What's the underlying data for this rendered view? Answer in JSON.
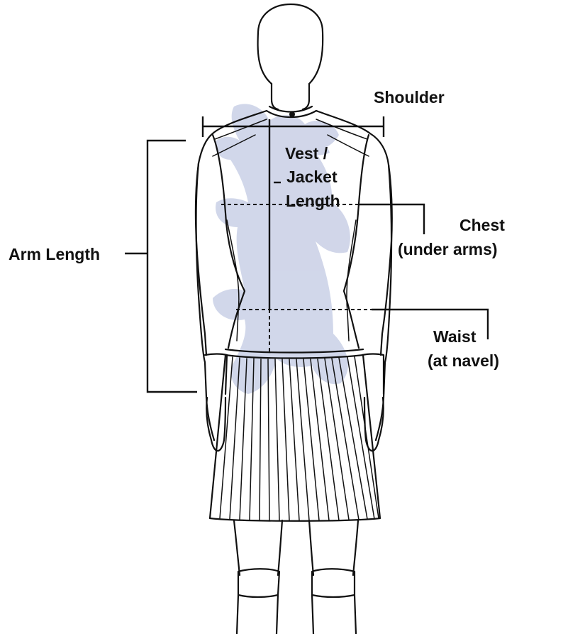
{
  "labels": {
    "shoulder": "Shoulder",
    "vest_jacket_1": "Vest /",
    "vest_jacket_2": "Jacket",
    "vest_jacket_3": "Length",
    "chest_1": "Chest",
    "chest_2": "(under arms)",
    "arm_length": "Arm Length",
    "waist_1": "Waist",
    "waist_2": "(at navel)"
  },
  "colors": {
    "line": "#111111",
    "watermark": "#c9d0e6",
    "background": "#ffffff"
  }
}
